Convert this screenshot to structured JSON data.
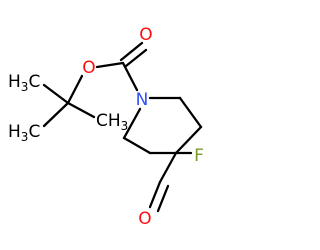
{
  "structure": {
    "colors": {
      "bond": "#000000",
      "oxygen": "#ff0d0d",
      "nitrogen": "#3050f8",
      "fluorine": "#7a9a2a",
      "carbon_label": "#000000"
    },
    "atoms": [
      {
        "id": "o_carbonyl",
        "element": "O",
        "text": "O"
      },
      {
        "id": "o_ester",
        "element": "O",
        "text": "O"
      },
      {
        "id": "n_ring",
        "element": "N",
        "text": "N"
      },
      {
        "id": "f_sub",
        "element": "F",
        "text": "F"
      },
      {
        "id": "o_aldehyde",
        "element": "O",
        "text": "O"
      }
    ],
    "methyl_labels": [
      {
        "id": "methyl_1",
        "main": "H",
        "sub": "3",
        "tail": "C"
      },
      {
        "id": "methyl_2",
        "main": "H",
        "sub": "3",
        "tail": "C"
      },
      {
        "id": "methyl_3",
        "main": "CH",
        "sub": "3",
        "tail": ""
      }
    ]
  }
}
